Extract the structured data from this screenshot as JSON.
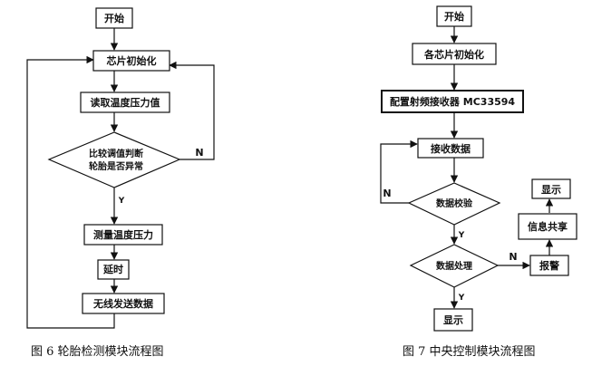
{
  "figure6": {
    "caption": "图 6  轮胎检测模块流程图",
    "start": "开始",
    "init": "芯片初始化",
    "read": "读取温度压力值",
    "decision_line1": "比较调值判断",
    "decision_line2": "轮胎是否异常",
    "no": "N",
    "yes": "Y",
    "measure": "测量温度压力",
    "delay": "延时",
    "send": "无线发送数据"
  },
  "figure7": {
    "caption": "图 7  中央控制模块流程图",
    "start": "开始",
    "init": "各芯片初始化",
    "config": "配置射频接收器 MC33594",
    "receive": "接收数据",
    "verify": "数据校验",
    "process": "数据处理",
    "display_bottom": "显示",
    "alarm": "报警",
    "share": "信息共享",
    "display_top": "显示",
    "no_verify": "N",
    "yes_verify": "Y",
    "no_process": "N",
    "yes_process": "Y"
  }
}
